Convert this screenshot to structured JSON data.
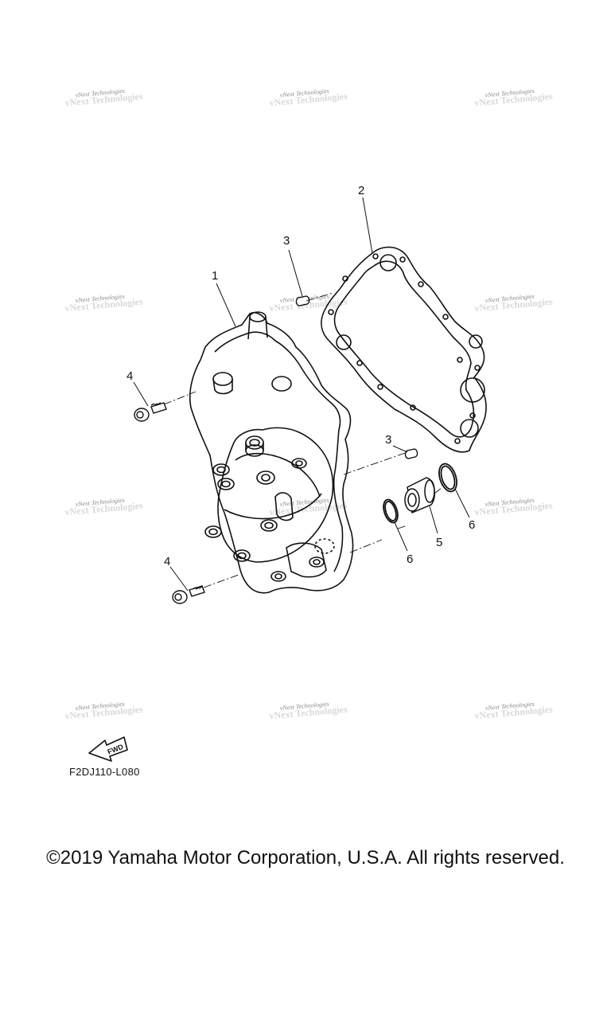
{
  "watermark": {
    "line1": "vNext Technologies",
    "line2": "vNext Technologies"
  },
  "callouts": {
    "c1": "1",
    "c2": "2",
    "c3a": "3",
    "c3b": "3",
    "c4a": "4",
    "c4b": "4",
    "c5": "5",
    "c6a": "6",
    "c6b": "6"
  },
  "fwd_label": "FWD",
  "drawing_code": "F2DJ110-L080",
  "copyright": "©2019 Yamaha Motor Corporation, U.S.A. All rights reserved."
}
